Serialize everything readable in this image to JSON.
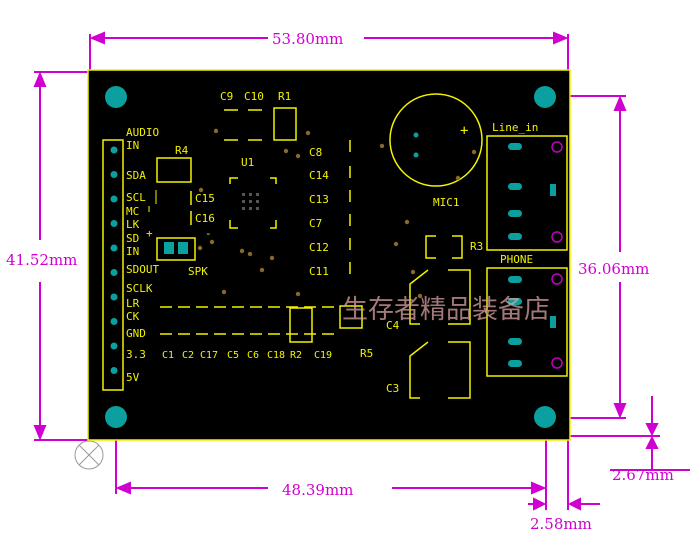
{
  "dimensions": {
    "board_width": "53.80mm",
    "board_height": "41.52mm",
    "hole_spacing_x": "48.39mm",
    "connector_height": "36.06mm",
    "edge_offset_right": "2.67mm",
    "edge_offset_bottom": "2.58mm"
  },
  "pin_header_labels": [
    "AUDIO",
    "IN",
    "SDA",
    "SCL",
    "MC",
    "LK",
    "SD",
    "IN",
    "SDOUT",
    "SCLK",
    "LR",
    "CK",
    "GND",
    "3.3",
    "5V"
  ],
  "components": {
    "u1": "U1",
    "r1": "R1",
    "r2": "R2",
    "r3": "R3",
    "r4": "R4",
    "r5": "R5",
    "c1": "C1",
    "c2": "C2",
    "c3": "C3",
    "c4": "C4",
    "c5": "C5",
    "c6": "C6",
    "c7": "C7",
    "c8": "C8",
    "c9": "C9",
    "c10": "C10",
    "c11": "C11",
    "c12": "C12",
    "c13": "C13",
    "c14": "C14",
    "c15": "C15",
    "c16": "C16",
    "c17": "C17",
    "c18": "C18",
    "c19": "C19",
    "mic1": "MIC1",
    "spk": "SPK",
    "mic_plus": "+",
    "spk_plus": "+",
    "spk_minus": "-"
  },
  "connectors": {
    "line_in": "Line_in",
    "phone": "PHONE"
  },
  "watermark": "生存者精品装备店",
  "colors": {
    "board": "#000000",
    "silkscreen": "#f2f200",
    "dimension": "#d000d0",
    "mount_hole": "#0aa0a0",
    "pad": "#0aa0a0",
    "via": "#8a6a2a",
    "connector_pin": "#c000c0"
  }
}
